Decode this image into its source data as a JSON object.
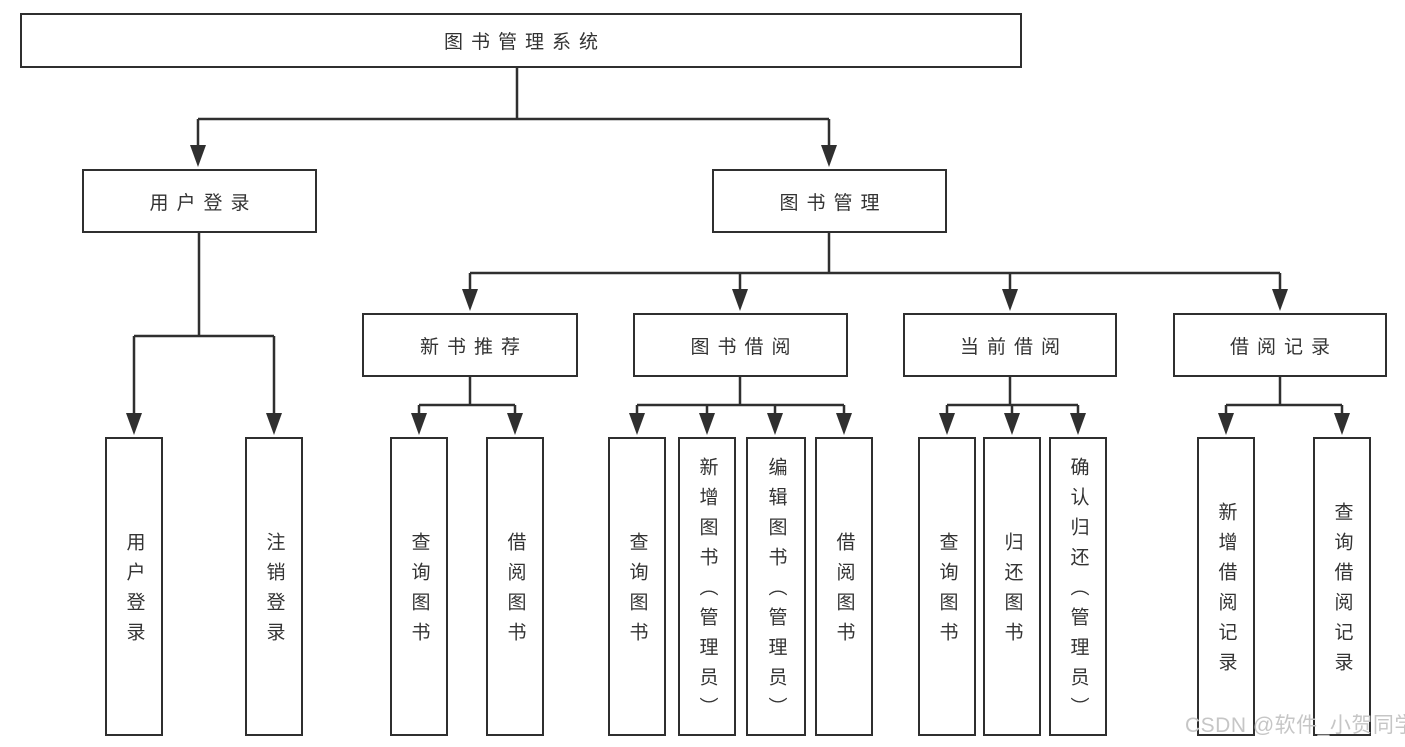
{
  "root": {
    "label": "图书管理系统"
  },
  "branches": [
    {
      "label": "用户登录",
      "children": [
        {
          "label": "用户登录"
        },
        {
          "label": "注销登录"
        }
      ]
    },
    {
      "label": "图书管理",
      "children": [
        {
          "label": "新书推荐",
          "children": [
            {
              "label": "查询图书"
            },
            {
              "label": "借阅图书"
            }
          ]
        },
        {
          "label": "图书借阅",
          "children": [
            {
              "label": "查询图书"
            },
            {
              "label": "新增图书（管理员）"
            },
            {
              "label": "编辑图书（管理员）"
            },
            {
              "label": "借阅图书"
            }
          ]
        },
        {
          "label": "当前借阅",
          "children": [
            {
              "label": "查询图书"
            },
            {
              "label": "归还图书"
            },
            {
              "label": "确认归还（管理员）"
            }
          ]
        },
        {
          "label": "借阅记录",
          "children": [
            {
              "label": "新增借阅记录"
            },
            {
              "label": "查询借阅记录"
            }
          ]
        }
      ]
    }
  ],
  "watermark": {
    "text": "CSDN @软件_小贺同学",
    "color": "#c6c6c6"
  },
  "colors": {
    "line": "#2f2f2f",
    "box_border": "#2f2f2f",
    "text": "#333333",
    "watermark": "#c6c6c6",
    "background": "#ffffff"
  }
}
